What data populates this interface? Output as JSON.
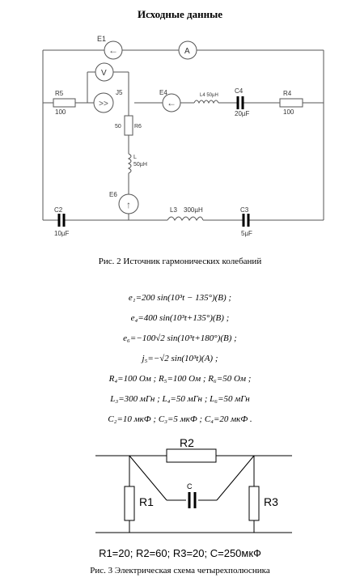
{
  "title": "Исходные данные",
  "circuit1": {
    "labels": {
      "E1": "E1",
      "A": "A",
      "V": "V",
      "J5": "J5",
      "E4": "E4",
      "L4": "L4 50µH",
      "C4": "C4",
      "C4v": "20µF",
      "R4": "R4",
      "R4v": "100",
      "R5": "R5",
      "R5v": "100",
      "R6v": "50",
      "R6": "R6",
      "L": "L",
      "Lv": "50µH",
      "E6": "E6",
      "C2": "C2",
      "C2v": "10µF",
      "L3": "L3",
      "L3v": "300µH",
      "C3": "C3",
      "C3v": "5µF"
    }
  },
  "caption2": "Рис. 2 Источник гармонических колебаний",
  "equations": [
    "e₁=200 sin(10³t − 135°)(B) ;",
    "e₄=400 sin(10³t+135°)(B) ;",
    "e₆=−100√2 sin(10³t+180°)(B) ;",
    "j₅=−√2 sin(10³t)(A) ;",
    "R₄=100 Ом ;  R₅=100 Ом ;  R₆=50 Ом ;",
    "L₃=300 мГн ;  L₄=50 мГн ;  L₆=50 мГн",
    "C₂=10 мкФ ;  C₃=5 мкФ ;  C₄=20 мкФ ."
  ],
  "circuit2": {
    "labels": {
      "R2": "R2",
      "R1": "R1",
      "C": "C",
      "R3": "R3"
    }
  },
  "params": "R1=20; R2=60; R3=20; C=250мкФ",
  "caption3": "Рис. 3 Электрическая схема четырехполюсника"
}
